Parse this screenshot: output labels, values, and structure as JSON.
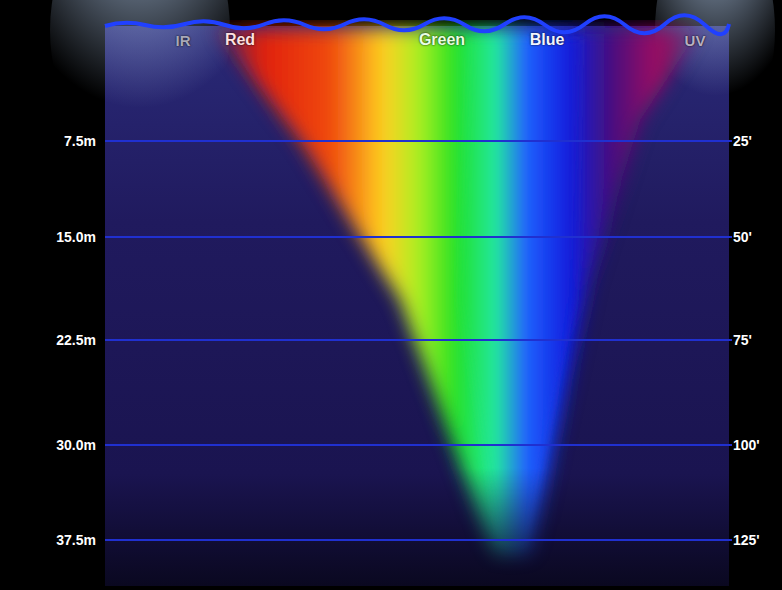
{
  "diagram": {
    "labels": [
      "IR",
      "Red",
      "Green",
      "Blue",
      "UV",
      "7.5m",
      "25'",
      "15.0m",
      "50'",
      "22.5m",
      "75'",
      "30.0m",
      "100'",
      "37.5m",
      "125'"
    ]
  }
}
